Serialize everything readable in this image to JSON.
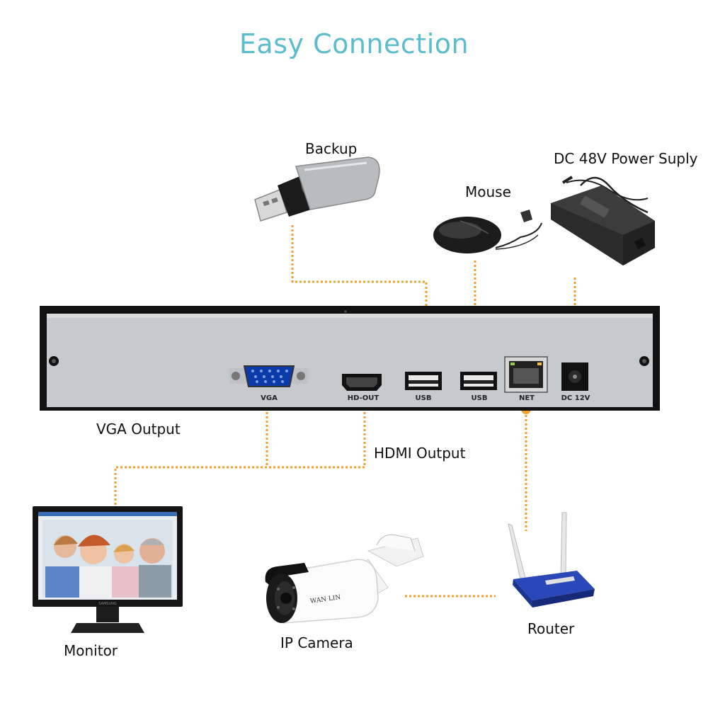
{
  "title": "Easy Connection",
  "labels": {
    "backup": "Backup",
    "power": "DC 48V Power Suply",
    "mouse": "Mouse",
    "vga_output": "VGA Output",
    "hdmi_output": "HDMI Output",
    "monitor": "Monitor",
    "ip_camera": "IP Camera",
    "router": "Router"
  },
  "ports": {
    "vga": "VGA",
    "hdmi": "HD-OUT",
    "usb1": "USB",
    "usb2": "USB",
    "net": "NET",
    "dc": "DC 12V"
  },
  "device_text": {
    "camera_brand": "WAN LIN",
    "monitor_brand": "SAMSUNG"
  },
  "colors": {
    "title": "#5bbccc",
    "connector": "#f0a030",
    "nvr_body": "#c7cacd",
    "nvr_frame": "#111111",
    "router": "#1f3a9a"
  }
}
